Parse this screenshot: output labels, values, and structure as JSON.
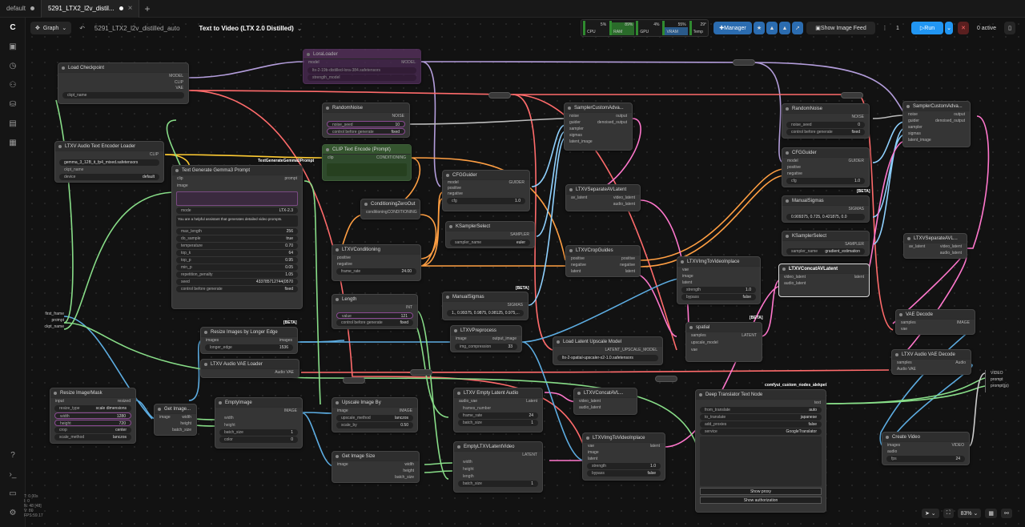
{
  "tabs": [
    {
      "label": "default"
    },
    {
      "label": "5291_LTX2_l2v_distil..."
    }
  ],
  "toolbar": {
    "graph": "Graph",
    "workflow": "5291_LTX2_l2v_distilled_auto",
    "title": "Text to Video (LTX 2.0 Distilled)",
    "manager": "Manager",
    "show_feed": "Show Image Feed",
    "queue": "1",
    "run": "Run",
    "active": "0 active"
  },
  "stats": {
    "cpu": "5%",
    "ram": "89%",
    "gpu": "4%",
    "vram": "55%",
    "temp": "29°",
    "cpu_l": "CPU",
    "ram_l": "RAM",
    "gpu_l": "GPU",
    "vram_l": "VRAM",
    "temp_l": "Temp"
  },
  "footer": {
    "zoom": "83%",
    "info1": "T: 0.00s",
    "info2": "I: 0",
    "info3": "N: 48 [48]",
    "info4": "V: 80",
    "info5": "FPS:59.17"
  },
  "nodes": {
    "load_ckpt": {
      "title": "Load Checkpoint",
      "ckpt": "ckpt_name",
      "o1": "MODEL",
      "o2": "CLIP",
      "o3": "VAE"
    },
    "lora": {
      "title": "LoraLoader",
      "model": "model",
      "out": "MODEL",
      "l1": "ltx-2-19b-distilled-lora-384.safetensors",
      "l2": "strength_model"
    },
    "audio_enc": {
      "title": "LTXV Audio Text Encoder Loader",
      "clip": "CLIP",
      "txt": "gemma_3_12B_it_fp4_mixed.safetensors",
      "ckpt": "ckpt_name",
      "dev": "device",
      "dev_v": "default"
    },
    "gemma": {
      "title": "Text Generate Gemma3 Prompt",
      "i1": "clip",
      "i2": "image",
      "o": "prompt",
      "mode": "mode",
      "mode_v": "LTX-2.3",
      "sys": "You are a helpful assistant that generates detailed video prompts.",
      "max_len": "max_length",
      "max_len_v": "256",
      "do_s": "do_sample",
      "do_s_v": "true",
      "temp": "temperature",
      "temp_v": "0.70",
      "topk": "top_k",
      "topk_v": "64",
      "topp": "top_p",
      "topp_v": "0.95",
      "minp": "min_p",
      "minp_v": "0.05",
      "rep": "repetition_penalty",
      "rep_v": "1.05",
      "seed": "seed",
      "seed_v": "433785712744(0570",
      "ctrl": "control before generate",
      "ctrl_v": "fixed"
    },
    "gemma_link": {
      "label": "TextGenerateGemma3Prompt"
    },
    "clip_enc": {
      "title": "CLIP Text Encode (Prompt)",
      "clip": "clip",
      "o": "CONDITIONING"
    },
    "noise1": {
      "title": "RandomNoise",
      "o": "NOISE",
      "seed": "noise_seed",
      "seed_v": "10",
      "ctrl": "control before generate",
      "ctrl_v": "fixed"
    },
    "czero": {
      "title": "ConditioningZeroOut",
      "i": "conditioning",
      "o": "CONDITIONING"
    },
    "cfg1": {
      "title": "CFGGuider",
      "m": "model",
      "p": "positive",
      "n": "negative",
      "o": "GUIDER",
      "cfg": "cfg",
      "cfg_v": "1.0"
    },
    "ksel1": {
      "title": "KSamplerSelect",
      "o": "SAMPLER",
      "s": "sampler_name",
      "s_v": "euler"
    },
    "ltxcond": {
      "title": "LTXVConditioning",
      "p": "positive",
      "n": "negative",
      "fr": "frame_rate",
      "fr_v": "24.00"
    },
    "manual1": {
      "title": "ManualSigmas",
      "beta": "[BETA]",
      "o": "SIGMAS",
      "v": "1., 0.99375, 0.9875, 0.98125, 0.975,..."
    },
    "length": {
      "title": "Length",
      "o": "INT",
      "v": "value",
      "v_v": "121",
      "ctrl": "control before generate",
      "ctrl_v": "fixed"
    },
    "preproc": {
      "title": "LTXVPreprocess",
      "i": "image",
      "o": "output_image",
      "c": "img_compression",
      "c_v": "33"
    },
    "sca1": {
      "title": "SamplerCustomAdva...",
      "i1": "noise",
      "i2": "guider",
      "i3": "sampler",
      "i4": "sigmas",
      "i5": "latent_image",
      "o1": "output",
      "o2": "denoised_output"
    },
    "sep1": {
      "title": "LTXVSeparateAVLatent",
      "i": "av_latent",
      "o1": "video_latent",
      "o2": "audio_latent"
    },
    "crop": {
      "title": "LTXVCropGuides",
      "p": "positive",
      "n": "negative",
      "l": "latent"
    },
    "inplace1": {
      "title": "LTXVImgToVideoInplace",
      "v": "vae",
      "im": "image",
      "l": "latent",
      "st": "strength",
      "st_v": "1.0",
      "by": "bypass",
      "by_v": "false"
    },
    "spatial": {
      "title": "spatial",
      "beta": "[BETA]",
      "s": "samples",
      "u": "upscale_model",
      "v": "vae",
      "o": "LATENT"
    },
    "upsc_loader": {
      "title": "Load Latent Upscale Model",
      "o": "LATENT_UPSCALE_MODEL",
      "n": "ltx-2-spatial-upscaler-x2-1.0.safetensors"
    },
    "concat": {
      "title": "LTXVConcatAVLatent",
      "vl": "video_latent",
      "al": "audio_latent",
      "o": "latent"
    },
    "noise2": {
      "title": "RandomNoise",
      "o": "NOISE",
      "seed": "noise_seed",
      "seed_v": "0",
      "ctrl": "control before generate",
      "ctrl_v": "fixed"
    },
    "cfg2": {
      "title": "CFGGuider",
      "m": "model",
      "p": "positive",
      "n": "negative",
      "o": "GUIDER",
      "cfg": "cfg",
      "cfg_v": "1.0",
      "beta": "[BETA]"
    },
    "manual2": {
      "title": "ManualSigmas",
      "o": "SIGMAS",
      "v": "0.909375, 0.725, 0.421875, 0.0"
    },
    "ksel2": {
      "title": "KSamplerSelect",
      "o": "SAMPLER",
      "s": "sampler_name",
      "s_v": "gradient_estimation"
    },
    "sca2": {
      "title": "SamplerCustomAdva...",
      "i1": "noise",
      "i2": "guider",
      "i3": "sampler",
      "i4": "sigmas",
      "i5": "latent_image",
      "o1": "output",
      "o2": "denoised_output"
    },
    "sep2": {
      "title": "LTXVSeparateAVL...",
      "i": "av_latent",
      "o1": "video_latent",
      "o2": "audio_latent"
    },
    "vaedec": {
      "title": "VAE Decode",
      "s": "samples",
      "v": "vae",
      "o": "IMAGE"
    },
    "audiodec": {
      "title": "LTXV Audio VAE Decode",
      "s": "samples",
      "v": "Audio VAE",
      "o": "Audio"
    },
    "resize_le": {
      "title": "Resize Images by Longer Edge",
      "beta": "[BETA]",
      "i": "images",
      "o": "images",
      "le": "longer_edge",
      "le_v": "1536"
    },
    "audio_vae": {
      "title": "LTXV Audio VAE Loader",
      "o": "Audio VAE"
    },
    "resize_im": {
      "title": "Resize Image/Mask",
      "i": "input",
      "o": "resized",
      "rt": "resize_type",
      "rt_v": "scale dimensions",
      "w": "width",
      "w_v": "1280",
      "h": "height",
      "h_v": "720",
      "c": "crop",
      "c_v": "center",
      "s": "scale_method",
      "s_v": "lanczos"
    },
    "get_img": {
      "title": "Get Image...",
      "i": "image",
      "o1": "width",
      "o2": "height",
      "o3": "batch_size"
    },
    "empty_img": {
      "title": "EmptyImage",
      "o": "IMAGE",
      "w": "width",
      "h": "height",
      "b": "batch_size",
      "b_v": "1",
      "c": "color",
      "c_v": "0"
    },
    "upscale_by": {
      "title": "Upscale Image By",
      "i": "image",
      "o": "IMAGE",
      "m": "upscale_method",
      "m_v": "lanczos",
      "s": "scale_by",
      "s_v": "0.50"
    },
    "get_size": {
      "title": "Get Image Size",
      "i": "image",
      "o1": "width",
      "o2": "height",
      "o3": "batch_size"
    },
    "empty_audio": {
      "title": "LTXV Empty Latent Audio",
      "i": "audio_vae",
      "o": "Latent",
      "f": "frames_number",
      "fr": "frame_rate",
      "fr_v": "24",
      "b": "batch_size",
      "b_v": "1"
    },
    "empty_lat": {
      "title": "EmptyLTXVLatentVideo",
      "o": "LATENT",
      "w": "width",
      "h": "height",
      "l": "length",
      "b": "batch_size",
      "b_v": "1"
    },
    "concat2": {
      "title": "LTXVConcatAVL...",
      "vl": "video_latent",
      "al": "audio_latent"
    },
    "inplace2": {
      "title": "LTXVImgToVideoInplace",
      "v": "vae",
      "im": "image",
      "l": "latent",
      "o": "latent",
      "st": "strength",
      "st_v": "1.0",
      "by": "bypass",
      "by_v": "false"
    },
    "deep": {
      "title": "Deep Translator Text Node",
      "src": "comfyui_custom_nodes_alekpet",
      "o": "text",
      "fl": "from_translate",
      "fl_v": "auto",
      "tl": "to_translate",
      "tl_v": "japanese",
      "ap": "add_proxies",
      "ap_v": "false",
      "se": "service",
      "se_v": "GoogleTranslator",
      "sp": "Show proxy",
      "sa": "Show authorization"
    },
    "create_vid": {
      "title": "Create Video",
      "i1": "images",
      "i2": "audio",
      "o": "VIDEO",
      "fps": "fps",
      "fps_v": "24"
    },
    "inputs": {
      "a": "first_frame",
      "b": "prompt",
      "c": "ckpt_name"
    },
    "outputs": {
      "a": "VIDEO",
      "b": "prompt",
      "c": "prompt(jp)"
    }
  }
}
